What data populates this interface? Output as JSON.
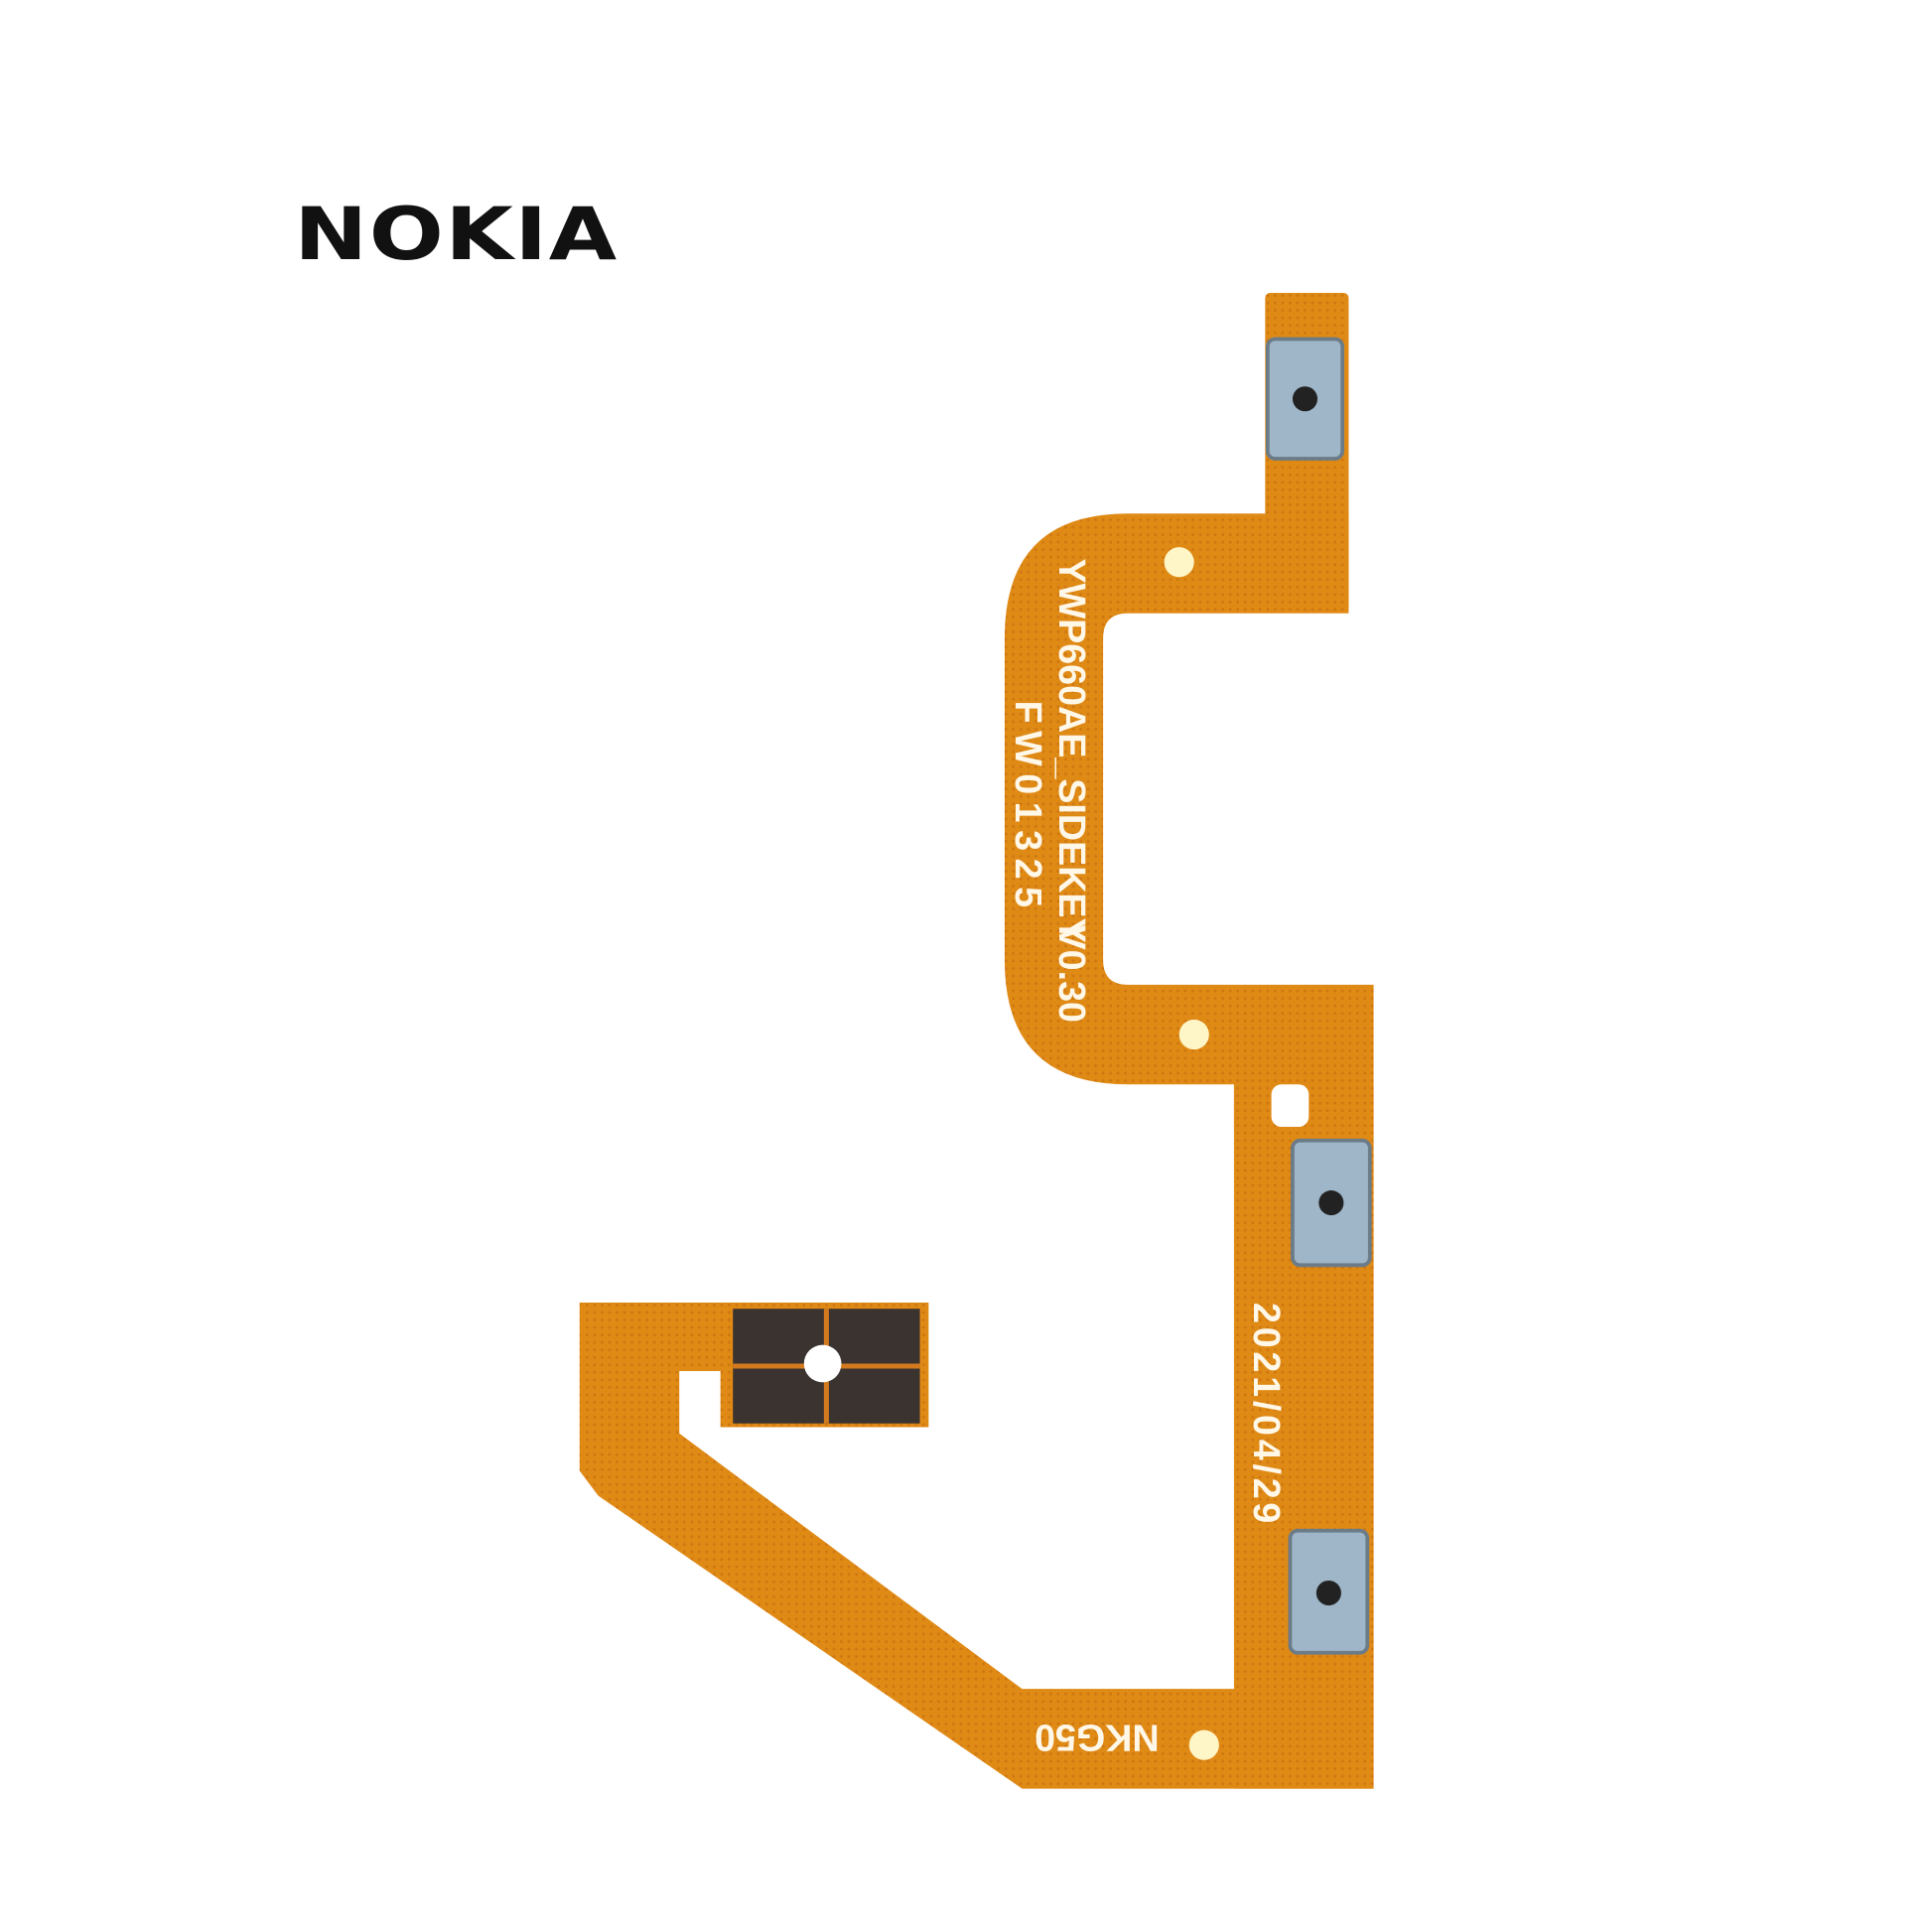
{
  "brand": {
    "logo_text": "NOKIA"
  },
  "product": {
    "silkscreen_part": "YWP660AE_SIDEKEY",
    "silkscreen_version": "V0.30",
    "silkscreen_code": "FW01325",
    "silkscreen_date": "2021/04/29",
    "silkscreen_model": "NKG50"
  },
  "colors": {
    "flex": "#e08a16",
    "flex_dark": "#c9740c",
    "switch": "#9fb6c8",
    "pad": "#3a3330",
    "background": "#ffffff"
  }
}
